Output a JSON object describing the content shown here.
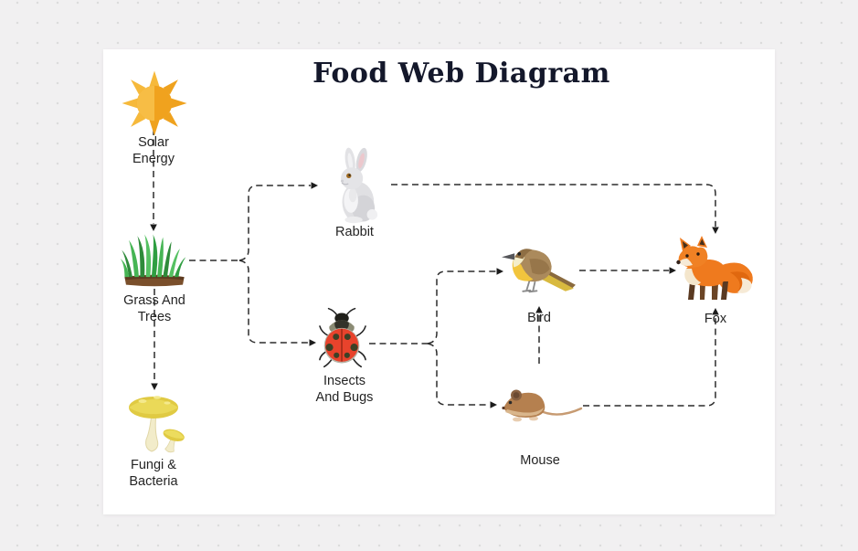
{
  "title": "Food Web Diagram",
  "nodes": [
    {
      "id": "solar-energy",
      "label": "Solar Energy",
      "label_line1": "Solar",
      "label_line2": "Energy",
      "icon": "sun-illustration"
    },
    {
      "id": "grass-and-trees",
      "label": "Grass And Trees",
      "label_line1": "Grass And",
      "label_line2": "Trees",
      "icon": "grass-illustration"
    },
    {
      "id": "fungi-bacteria",
      "label": "Fungi & Bacteria",
      "label_line1": "Fungi &",
      "label_line2": "Bacteria",
      "icon": "mushroom-illustration"
    },
    {
      "id": "rabbit",
      "label": "Rabbit",
      "label_line1": "Rabbit",
      "icon": "rabbit-illustration"
    },
    {
      "id": "insects-and-bugs",
      "label": "Insects And Bugs",
      "label_line1": "Insects",
      "label_line2": "And Bugs",
      "icon": "ladybug-illustration"
    },
    {
      "id": "bird",
      "label": "Bird",
      "label_line1": "Bird",
      "icon": "bird-illustration"
    },
    {
      "id": "mouse",
      "label": "Mouse",
      "label_line1": "Mouse",
      "icon": "mouse-illustration"
    },
    {
      "id": "fox",
      "label": "Fox",
      "label_line1": "Fox",
      "icon": "fox-illustration"
    }
  ],
  "edges": [
    {
      "from": "solar-energy",
      "to": "grass-and-trees"
    },
    {
      "from": "grass-and-trees",
      "to": "fungi-bacteria"
    },
    {
      "from": "grass-and-trees",
      "to": "rabbit"
    },
    {
      "from": "grass-and-trees",
      "to": "insects-and-bugs"
    },
    {
      "from": "rabbit",
      "to": "fox"
    },
    {
      "from": "insects-and-bugs",
      "to": "bird"
    },
    {
      "from": "insects-and-bugs",
      "to": "mouse"
    },
    {
      "from": "mouse",
      "to": "bird"
    },
    {
      "from": "bird",
      "to": "fox"
    },
    {
      "from": "mouse",
      "to": "fox"
    }
  ],
  "style": {
    "edge_color": "#2b2b2b",
    "title_color": "#14182b",
    "label_color": "#242424",
    "canvas_color": "#ffffff",
    "background_color": "#f1f0f1",
    "sun_color": "#f2a71d",
    "grass_color": "#3fa33f",
    "ladybug_color": "#e8432c",
    "fox_color": "#ef7a1e"
  }
}
